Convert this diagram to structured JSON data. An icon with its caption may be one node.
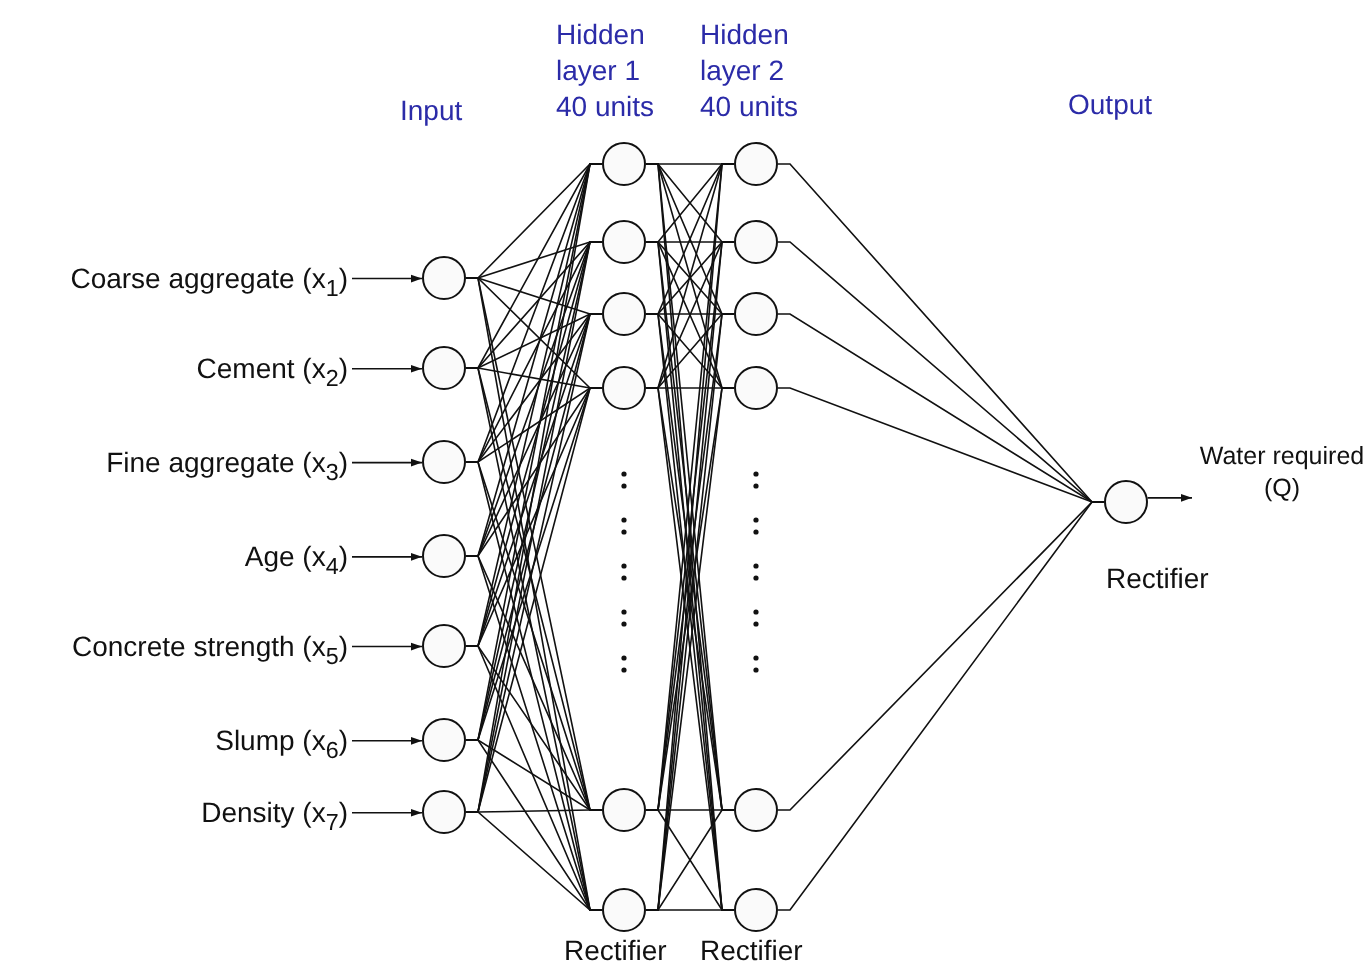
{
  "diagram": {
    "nodes": [
      {
        "text": [
          "Coarse aggregate (x$_{1}$)"
        ]
      },
      {
        "text": [
          "Cement (x$_{2}$)"
        ]
      },
      {
        "text": [
          "Fine aggregate (x$_{3}$)"
        ]
      },
      {
        "text": [
          "Age (x$_{4}$)"
        ]
      },
      {
        "text": [
          "Concrete strength (x$_{5}$)"
        ]
      },
      {
        "text": [
          "Slump (x$_{6}$)"
        ]
      },
      {
        "text": [
          "Density (x$_{7}$)"
        ]
      },
      {
        "text": [],
        "shape": "circle"
      },
      {
        "text": [],
        "shape": "circle"
      },
      {
        "text": [],
        "shape": "circle"
      },
      {
        "text": [],
        "shape": "circle"
      },
      {
        "text": [],
        "shape": "circle"
      },
      {
        "text": [],
        "shape": "circle"
      },
      {
        "text": [],
        "shape": "circle"
      },
      {
        "text": [],
        "shape": "circle"
      },
      {
        "text": [],
        "shape": "circle"
      },
      {
        "text": [],
        "shape": "circle"
      },
      {
        "text": [],
        "shape": "circle"
      },
      {
        "text": [],
        "shape": "circle"
      },
      {
        "text": [],
        "shape": "circle"
      },
      {
        "text": [],
        "shape": "circle"
      },
      {
        "text": [],
        "shape": "circle"
      },
      {
        "text": [],
        "shape": "circle"
      },
      {
        "text": [],
        "shape": "circle"
      },
      {
        "text": [],
        "shape": "circle"
      },
      {
        "text": [],
        "shape": "circle"
      },
      {
        "text": [],
        "shape": "circle",
        "beside": [
          "Rectifier"
        ]
      },
      {
        "text": [
          "Water required (Q)"
        ]
      }
    ],
    "edges": [
      {
        "from": 0,
        "to": 7,
        "arrow": "to"
      },
      {
        "from": 1,
        "to": 8,
        "arrow": "to"
      },
      {
        "from": 2,
        "to": 9,
        "arrow": "to"
      },
      {
        "from": 3,
        "to": 10,
        "arrow": "to"
      },
      {
        "from": 4,
        "to": 11,
        "arrow": "to"
      },
      {
        "from": 5,
        "to": 12,
        "arrow": "to"
      },
      {
        "from": 6,
        "to": 13,
        "arrow": "to"
      },
      {
        "from": 7,
        "to": 14,
        "arrow": "none"
      },
      {
        "from": 7,
        "to": 15,
        "arrow": "none"
      },
      {
        "from": 7,
        "to": 16,
        "arrow": "none"
      },
      {
        "from": 7,
        "to": 17,
        "arrow": "none"
      },
      {
        "from": 7,
        "to": 18,
        "arrow": "none"
      },
      {
        "from": 7,
        "to": 19,
        "arrow": "none"
      },
      {
        "from": 8,
        "to": 14,
        "arrow": "none"
      },
      {
        "from": 8,
        "to": 15,
        "arrow": "none"
      },
      {
        "from": 8,
        "to": 16,
        "arrow": "none"
      },
      {
        "from": 8,
        "to": 17,
        "arrow": "none"
      },
      {
        "from": 8,
        "to": 18,
        "arrow": "none"
      },
      {
        "from": 8,
        "to": 19,
        "arrow": "none"
      },
      {
        "from": 9,
        "to": 14,
        "arrow": "none"
      },
      {
        "from": 9,
        "to": 15,
        "arrow": "none"
      },
      {
        "from": 9,
        "to": 16,
        "arrow": "none"
      },
      {
        "from": 9,
        "to": 17,
        "arrow": "none"
      },
      {
        "from": 9,
        "to": 18,
        "arrow": "none"
      },
      {
        "from": 9,
        "to": 19,
        "arrow": "none"
      },
      {
        "from": 10,
        "to": 14,
        "arrow": "none"
      },
      {
        "from": 10,
        "to": 15,
        "arrow": "none"
      },
      {
        "from": 10,
        "to": 16,
        "arrow": "none"
      },
      {
        "from": 10,
        "to": 17,
        "arrow": "none"
      },
      {
        "from": 10,
        "to": 18,
        "arrow": "none"
      },
      {
        "from": 10,
        "to": 19,
        "arrow": "none"
      },
      {
        "from": 11,
        "to": 14,
        "arrow": "none"
      },
      {
        "from": 11,
        "to": 15,
        "arrow": "none"
      },
      {
        "from": 11,
        "to": 16,
        "arrow": "none"
      },
      {
        "from": 11,
        "to": 17,
        "arrow": "none"
      },
      {
        "from": 11,
        "to": 18,
        "arrow": "none"
      },
      {
        "from": 11,
        "to": 19,
        "arrow": "none"
      },
      {
        "from": 12,
        "to": 14,
        "arrow": "none"
      },
      {
        "from": 12,
        "to": 15,
        "arrow": "none"
      },
      {
        "from": 12,
        "to": 16,
        "arrow": "none"
      },
      {
        "from": 12,
        "to": 17,
        "arrow": "none"
      },
      {
        "from": 12,
        "to": 18,
        "arrow": "none"
      },
      {
        "from": 12,
        "to": 19,
        "arrow": "none"
      },
      {
        "from": 13,
        "to": 14,
        "arrow": "none"
      },
      {
        "from": 13,
        "to": 15,
        "arrow": "none"
      },
      {
        "from": 13,
        "to": 16,
        "arrow": "none"
      },
      {
        "from": 13,
        "to": 17,
        "arrow": "none"
      },
      {
        "from": 13,
        "to": 18,
        "arrow": "none"
      },
      {
        "from": 13,
        "to": 19,
        "arrow": "none"
      },
      {
        "from": 14,
        "to": 20,
        "arrow": "none"
      },
      {
        "from": 14,
        "to": 21,
        "arrow": "none"
      },
      {
        "from": 14,
        "to": 22,
        "arrow": "none"
      },
      {
        "from": 14,
        "to": 23,
        "arrow": "none"
      },
      {
        "from": 14,
        "to": 24,
        "arrow": "none"
      },
      {
        "from": 14,
        "to": 25,
        "arrow": "none"
      },
      {
        "from": 15,
        "to": 20,
        "arrow": "none"
      },
      {
        "from": 15,
        "to": 21,
        "arrow": "none"
      },
      {
        "from": 15,
        "to": 22,
        "arrow": "none"
      },
      {
        "from": 15,
        "to": 23,
        "arrow": "none"
      },
      {
        "from": 15,
        "to": 24,
        "arrow": "none"
      },
      {
        "from": 15,
        "to": 25,
        "arrow": "none"
      },
      {
        "from": 16,
        "to": 20,
        "arrow": "none"
      },
      {
        "from": 16,
        "to": 21,
        "arrow": "none"
      },
      {
        "from": 16,
        "to": 22,
        "arrow": "none"
      },
      {
        "from": 16,
        "to": 23,
        "arrow": "none"
      },
      {
        "from": 16,
        "to": 24,
        "arrow": "none"
      },
      {
        "from": 16,
        "to": 25,
        "arrow": "none"
      },
      {
        "from": 17,
        "to": 20,
        "arrow": "none"
      },
      {
        "from": 17,
        "to": 21,
        "arrow": "none"
      },
      {
        "from": 17,
        "to": 22,
        "arrow": "none"
      },
      {
        "from": 17,
        "to": 23,
        "arrow": "none"
      },
      {
        "from": 17,
        "to": 24,
        "arrow": "none"
      },
      {
        "from": 17,
        "to": 25,
        "arrow": "none"
      },
      {
        "from": 18,
        "to": 20,
        "arrow": "none"
      },
      {
        "from": 18,
        "to": 21,
        "arrow": "none"
      },
      {
        "from": 18,
        "to": 22,
        "arrow": "none"
      },
      {
        "from": 18,
        "to": 23,
        "arrow": "none"
      },
      {
        "from": 18,
        "to": 24,
        "arrow": "none"
      },
      {
        "from": 18,
        "to": 25,
        "arrow": "none"
      },
      {
        "from": 19,
        "to": 20,
        "arrow": "none"
      },
      {
        "from": 19,
        "to": 21,
        "arrow": "none"
      },
      {
        "from": 19,
        "to": 22,
        "arrow": "none"
      },
      {
        "from": 19,
        "to": 23,
        "arrow": "none"
      },
      {
        "from": 19,
        "to": 24,
        "arrow": "none"
      },
      {
        "from": 19,
        "to": 25,
        "arrow": "none"
      },
      {
        "from": 20,
        "to": 26,
        "arrow": "none"
      },
      {
        "from": 21,
        "to": 26,
        "arrow": "none"
      },
      {
        "from": 22,
        "to": 26,
        "arrow": "none"
      },
      {
        "from": 23,
        "to": 26,
        "arrow": "none"
      },
      {
        "from": 24,
        "to": 26,
        "arrow": "none"
      },
      {
        "from": 25,
        "to": 26,
        "arrow": "none"
      },
      {
        "from": 26,
        "to": 27,
        "arrow": "to"
      }
    ],
    "labels": [
      "Hidden layer 1 40 units",
      "Hidden layer 2 40 units",
      "Input",
      "Output",
      "Rectifier",
      "Rectifier"
    ]
  }
}
